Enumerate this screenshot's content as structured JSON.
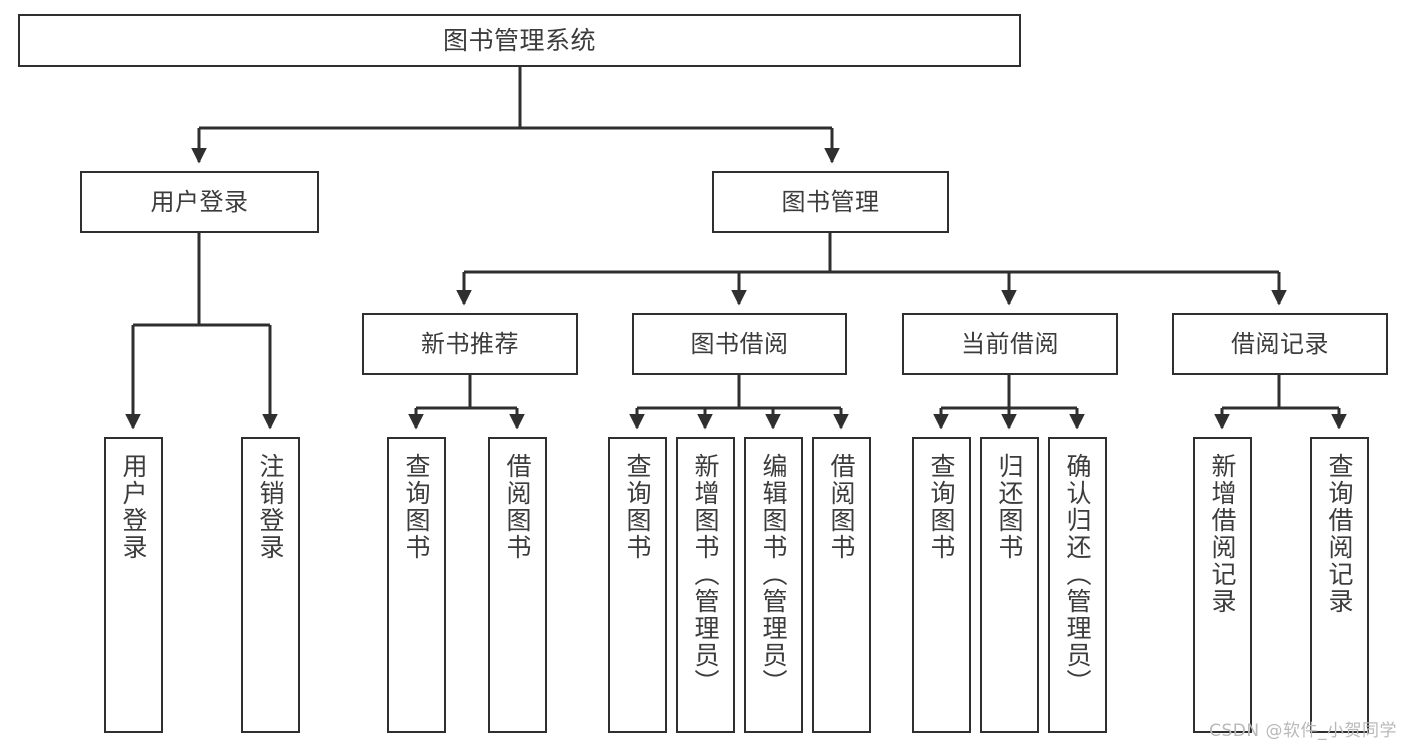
{
  "diagram": {
    "title": "图书管理系统",
    "type": "tree-hierarchy",
    "watermark": "CSDN @软件_小贺同学",
    "colors": {
      "background": "#ffffff",
      "box_border": "#2f2f2f",
      "box_fill": "#ffffff",
      "text": "#3c3c3c",
      "connector": "#2f2f2f",
      "watermark": "#b9b9b9"
    },
    "root": {
      "label": "图书管理系统"
    },
    "level2": [
      {
        "label": "用户登录"
      },
      {
        "label": "图书管理"
      }
    ],
    "level3": [
      {
        "label": "新书推荐"
      },
      {
        "label": "图书借阅"
      },
      {
        "label": "当前借阅"
      },
      {
        "label": "借阅记录"
      }
    ],
    "leaves": {
      "user_login": [
        {
          "label": "用户登录"
        },
        {
          "label": "注销登录"
        }
      ],
      "new_book_recommend": [
        {
          "label": "查询图书"
        },
        {
          "label": "借阅图书"
        }
      ],
      "book_borrow": [
        {
          "label": "查询图书"
        },
        {
          "label": "新增图书（管理员）"
        },
        {
          "label": "编辑图书（管理员）"
        },
        {
          "label": "借阅图书"
        }
      ],
      "current_borrow": [
        {
          "label": "查询图书"
        },
        {
          "label": "归还图书"
        },
        {
          "label": "确认归还（管理员）"
        }
      ],
      "borrow_record": [
        {
          "label": "新增借阅记录"
        },
        {
          "label": "查询借阅记录"
        }
      ]
    }
  }
}
